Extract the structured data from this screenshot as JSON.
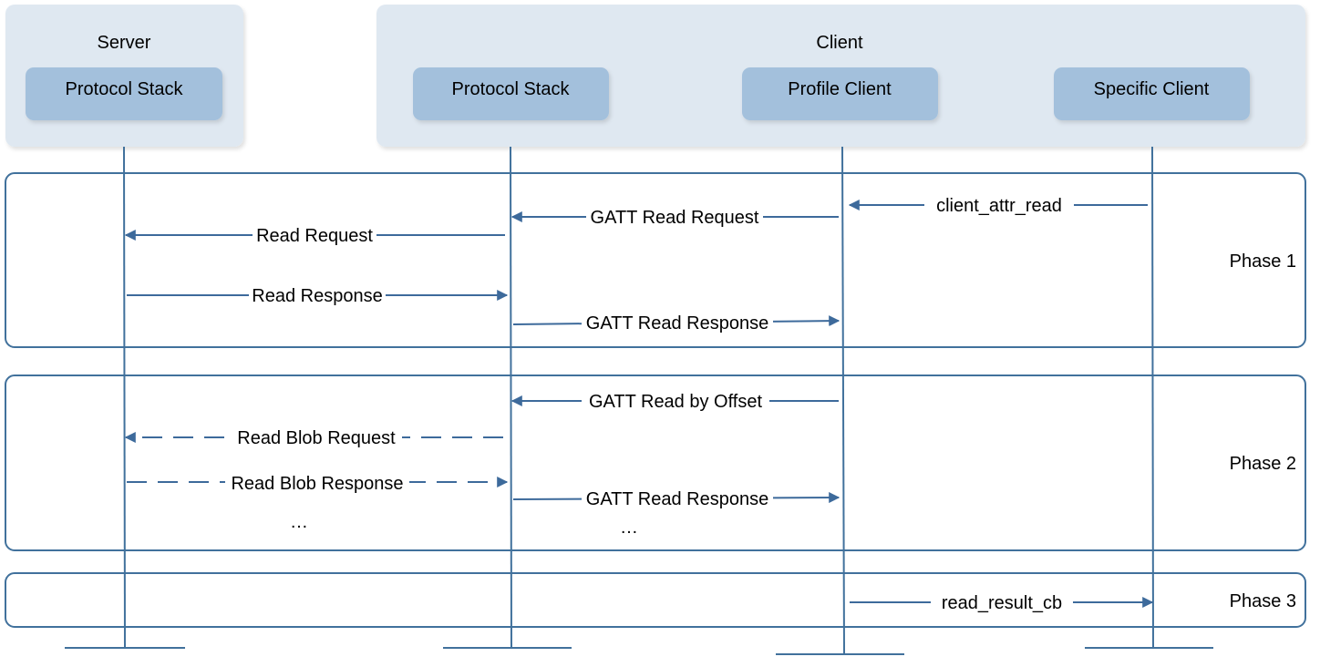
{
  "groups": {
    "server_title": "Server",
    "client_title": "Client"
  },
  "participants": {
    "server_stack": "Protocol Stack",
    "client_stack": "Protocol Stack",
    "profile_client": "Profile Client",
    "specific_client": "Specific Client"
  },
  "phases": {
    "p1": "Phase 1",
    "p2": "Phase 2",
    "p3": "Phase 3"
  },
  "messages": {
    "client_attr_read": "client_attr_read",
    "gatt_read_request": "GATT Read Request",
    "read_request": "Read Request",
    "read_response": "Read Response",
    "gatt_read_response_1": "GATT Read Response",
    "gatt_read_by_offset": "GATT Read by Offset",
    "read_blob_request": "Read Blob Request",
    "read_blob_response": "Read Blob Response",
    "gatt_read_response_2": "GATT Read Response",
    "ellipsis_left": "…",
    "ellipsis_right": "…",
    "read_result_cb": "read_result_cb"
  },
  "colors": {
    "group_bg": "#dfe8f1",
    "participant_bg": "#a3c0dc",
    "line": "#41719c",
    "arrow": "#3d6a9b"
  }
}
